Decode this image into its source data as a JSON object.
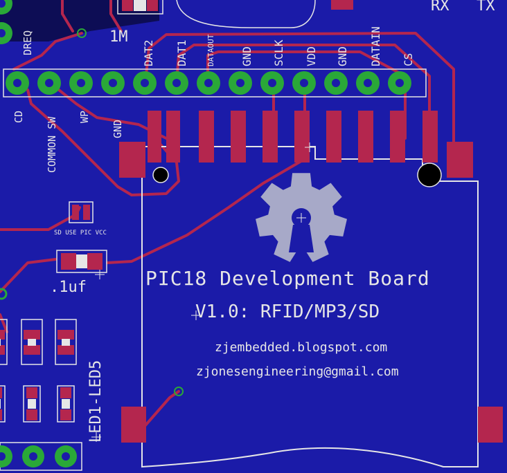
{
  "top": {
    "dreq": "DREQ",
    "resistor": "1M",
    "rx": "RX",
    "tx": "TX"
  },
  "header_labels": [
    "DAT2",
    "DAT1",
    "DATAOUT",
    "GND",
    "SCLK",
    "VDD",
    "GND",
    "DATAIN",
    "CS"
  ],
  "left_labels": [
    "CD",
    "COMMON SW",
    "WP",
    "GND"
  ],
  "small": {
    "sd_use_pic_vcc": "SD USE PIC VCC",
    "cap_value": ".1uf",
    "led_label": "LED1-LED5"
  },
  "card": {
    "title": "PIC18 Development Board",
    "version": "V1.0: RFID/MP3/SD",
    "blog": "zjembedded.blogspot.com",
    "email": "zjonesengineering@gmail.com"
  },
  "colors": {
    "board": "#1b1ba8",
    "trace": "#b4264e",
    "via": "#2aa838",
    "silk": "#e6e6e6"
  }
}
